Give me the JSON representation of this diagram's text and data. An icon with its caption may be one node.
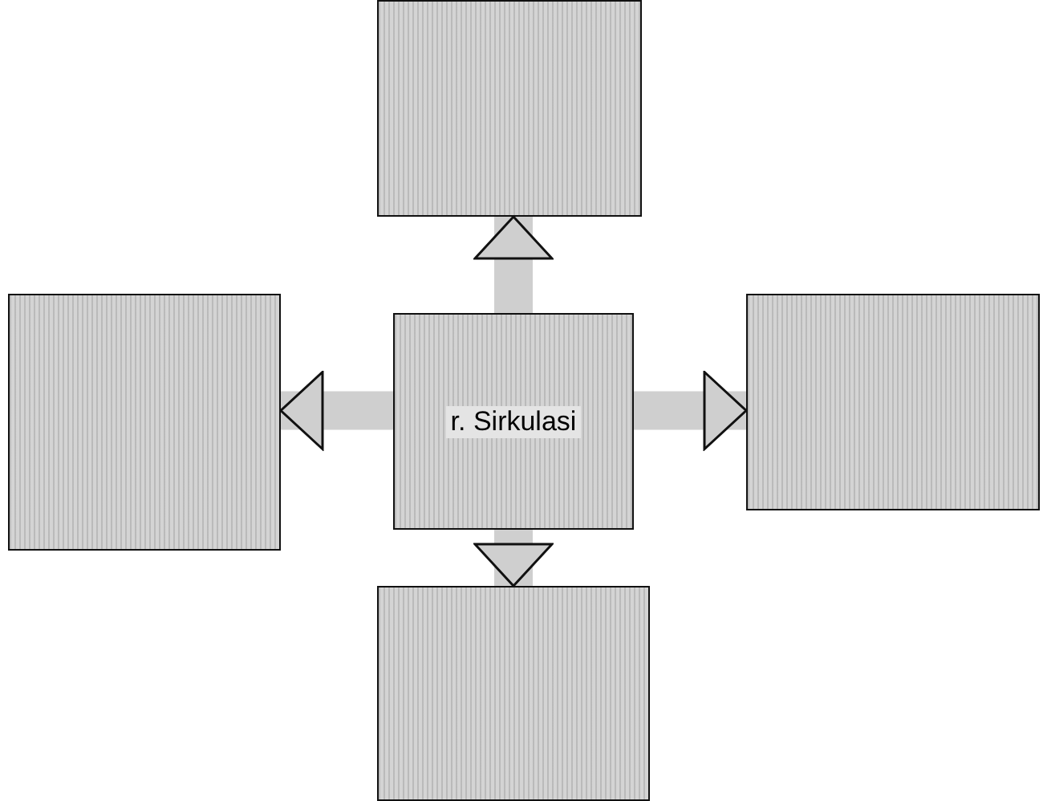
{
  "diagram": {
    "nodes": [
      {
        "text": [
          "r. Sirkulasi"
        ]
      },
      {
        "text": [],
        "shape": "box"
      },
      {
        "text": [],
        "shape": "box"
      },
      {
        "text": [],
        "shape": "box"
      },
      {
        "text": [],
        "shape": "box"
      }
    ],
    "edges": [
      {
        "from": 0,
        "to": 1,
        "arrow": "to"
      },
      {
        "from": 0,
        "to": 2,
        "arrow": "to"
      },
      {
        "from": 0,
        "to": 3,
        "arrow": "to"
      },
      {
        "from": 0,
        "to": 4,
        "arrow": "to"
      }
    ]
  }
}
